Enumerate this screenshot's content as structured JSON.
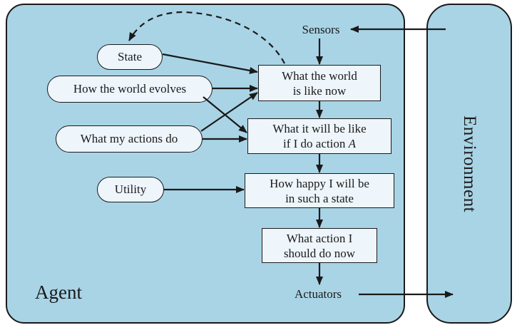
{
  "agent": {
    "label": "Agent"
  },
  "environment": {
    "label": "Environment"
  },
  "io": {
    "sensors": "Sensors",
    "actuators": "Actuators"
  },
  "knowledge": {
    "state": "State",
    "world_evolves": "How the world evolves",
    "actions_do": "What my actions do",
    "utility": "Utility"
  },
  "process": {
    "world_now": {
      "line1": "What the world",
      "line2": "is like now"
    },
    "will_be": {
      "line1": "What it will be like",
      "line2": "if I do action",
      "var": "A"
    },
    "happy": {
      "line1": "How happy I will be",
      "line2": "in such a state"
    },
    "action": {
      "line1": "What action I",
      "line2": "should do now"
    }
  },
  "colors": {
    "panel_fill": "#a9d4e6",
    "node_fill": "#eef5fb",
    "stroke": "#1a1a1a"
  }
}
